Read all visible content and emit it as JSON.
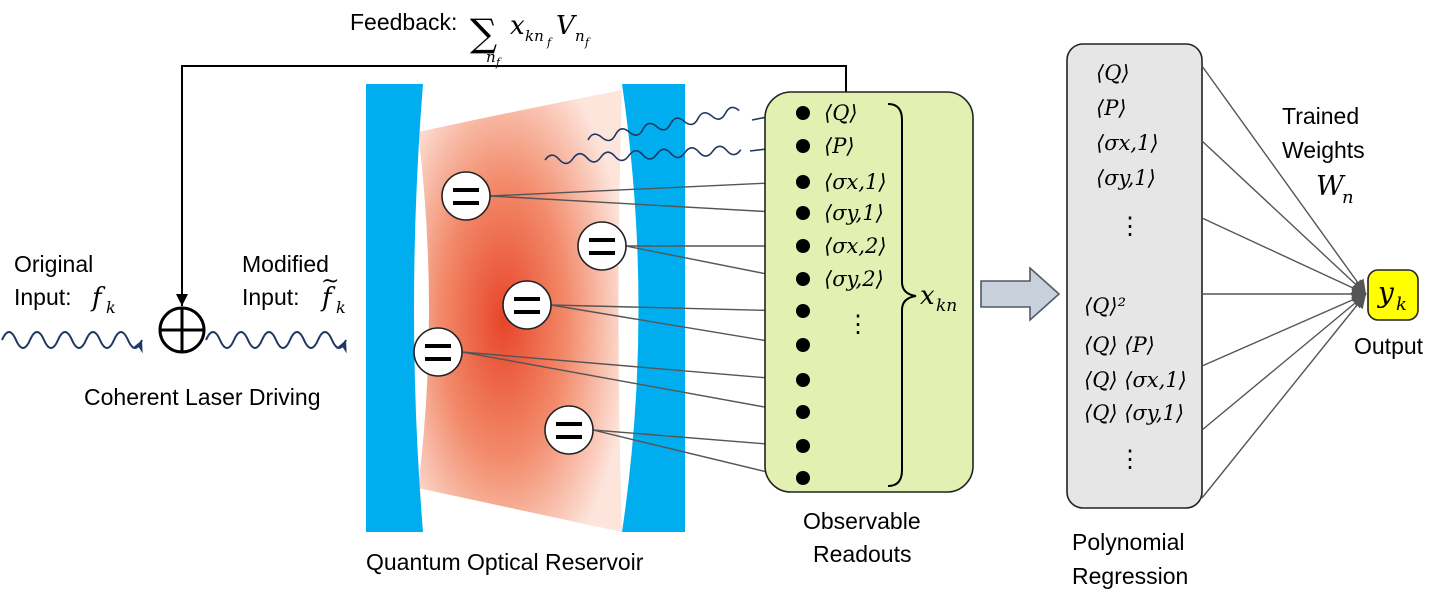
{
  "feedback": {
    "label": "Feedback:",
    "sum_symbol": "∑",
    "term": "x",
    "term_sub": "kn",
    "term_sub2": "f",
    "term2": "V",
    "term2_sub": "n",
    "term2_sub2": "f",
    "sum_index": "n",
    "sum_index_sub": "f"
  },
  "input": {
    "original_line1": "Original",
    "original_line2": "Input:",
    "original_symbol": "f",
    "original_sub": "k",
    "modified_line1": "Modified",
    "modified_line2": "Input:",
    "modified_symbol": "f",
    "modified_tilde": "~",
    "modified_sub": "k",
    "adder_label": "Coherent Laser Driving"
  },
  "reservoir": {
    "label": "Quantum Optical Reservoir"
  },
  "readouts": {
    "items": [
      "⟨Q⟩",
      "⟨P⟩",
      "⟨σx,1⟩",
      "⟨σy,1⟩",
      "⟨σx,2⟩",
      "⟨σy,2⟩"
    ],
    "dots": "⋮",
    "brace_label": "x",
    "brace_label_sub": "kn",
    "caption_line1": "Observable",
    "caption_line2": "Readouts"
  },
  "regression": {
    "items_top": [
      "⟨Q⟩",
      "⟨P⟩",
      "⟨σx,1⟩",
      "⟨σy,1⟩"
    ],
    "items_bottom": [
      "⟨Q⟩²",
      "⟨Q⟩ ⟨P⟩",
      "⟨Q⟩ ⟨σx,1⟩",
      "⟨Q⟩ ⟨σy,1⟩"
    ],
    "dots": "⋮",
    "caption_line1": "Polynomial",
    "caption_line2": "Regression"
  },
  "weights": {
    "line1": "Trained",
    "line2": "Weights",
    "symbol": "W",
    "sub": "n"
  },
  "output": {
    "symbol": "y",
    "sub": "k",
    "label": "Output"
  },
  "colors": {
    "mirror": "#00aeef",
    "readout_box": "#e2f0b2",
    "regression_box": "#e6e6e6",
    "output_box": "#ffff00",
    "wave": "#1f3864",
    "arrow": "#555555"
  }
}
